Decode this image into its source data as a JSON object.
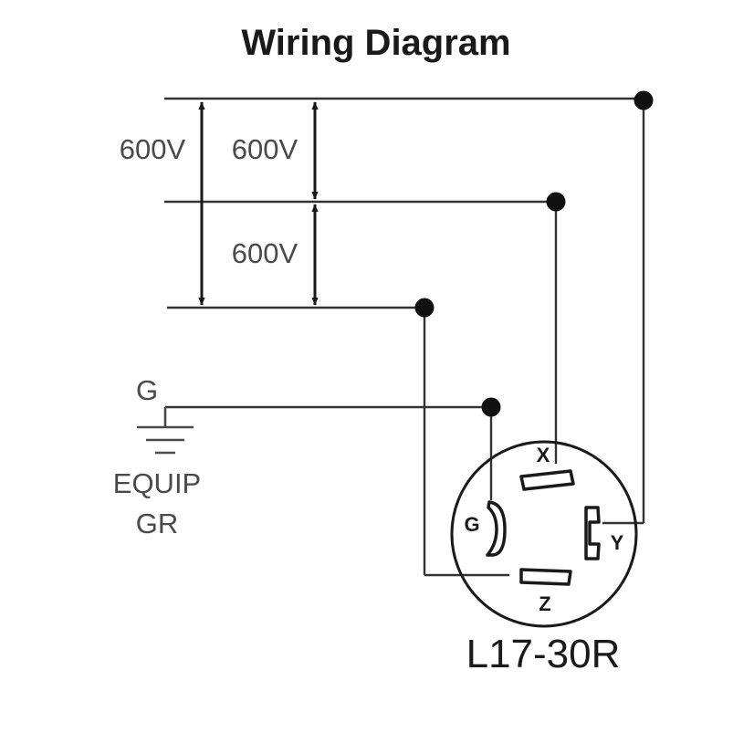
{
  "diagram": {
    "title": "Wiring Diagram",
    "voltage_labels": [
      "600V",
      "600V",
      "600V"
    ],
    "ground_label": "G",
    "ground_caption_line1": "EQUIP",
    "ground_caption_line2": "GR",
    "terminals": {
      "x": "X",
      "y": "Y",
      "z": "Z",
      "g": "G"
    },
    "model": "L17-30R"
  }
}
